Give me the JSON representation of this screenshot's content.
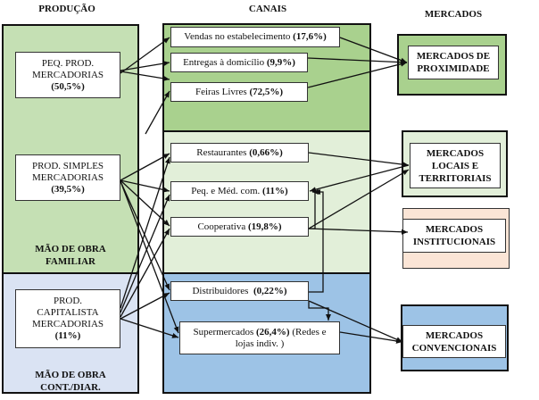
{
  "headers": {
    "producao": "PRODUÇÃO",
    "canais": "CANAIS",
    "mercados": "MERCADOS"
  },
  "colors": {
    "producao_familiar": "#c5e0b4",
    "producao_contratada": "#dae3f3",
    "canais_proximidade": "#a9d18e",
    "canais_locais": "#e2efd9",
    "canais_convencionais": "#9dc3e6",
    "mercado_proximidade": "#a9d18e",
    "mercado_locais": "#e2efd9",
    "mercado_institucionais": "#fbe5d6",
    "mercado_convencionais": "#9dc3e6"
  },
  "producao": {
    "familiar_label_1": "MÃO DE OBRA",
    "familiar_label_2": "FAMILIAR",
    "contratada_label_1": "MÃO DE OBRA",
    "contratada_label_2": "CONT./DIAR.",
    "nodes": [
      {
        "id": "peq_prod",
        "line1": "PEQ. PROD.",
        "line2": "MERCADORIAS",
        "line3": "(50,5%)"
      },
      {
        "id": "prod_simples",
        "line1": "PROD. SIMPLES",
        "line2": "MERCADORIAS",
        "line3": "(39,5%)"
      },
      {
        "id": "prod_capitalista",
        "line1": "PROD.",
        "line2": "CAPITALISTA",
        "line3": "MERCADORIAS",
        "line4": "(11%)"
      }
    ]
  },
  "canais": [
    {
      "id": "vendas",
      "name": "Vendas no estabelecimento",
      "pct": "(17,6%)",
      "extra": ""
    },
    {
      "id": "entregas",
      "name": "Entregas à domicílio",
      "pct": "(9,9%)",
      "extra": ""
    },
    {
      "id": "feiras",
      "name": "Feiras Livres",
      "pct": "(72,5%)",
      "extra": ""
    },
    {
      "id": "restaurantes",
      "name": "Restaurantes",
      "pct": "(0,66%)",
      "extra": ""
    },
    {
      "id": "peq_med",
      "name": "Peq. e Méd. com.",
      "pct": "(11%)",
      "extra": ""
    },
    {
      "id": "cooperativa",
      "name": "Cooperativa",
      "pct": "(19,8%)",
      "extra": ""
    },
    {
      "id": "distribuidores",
      "name": "Distribuidores",
      "pct": "(0,22%)",
      "extra": ""
    },
    {
      "id": "supermercados",
      "name": "Supermercados",
      "pct": "(26,4%)",
      "extra": "(Redes e",
      "extra2": "lojas indiv. )"
    }
  ],
  "mercados": [
    {
      "id": "proximidade",
      "line1": "MERCADOS DE",
      "line2": "PROXIMIDADE"
    },
    {
      "id": "locais",
      "line1": "MERCADOS",
      "line2": "LOCAIS E",
      "line3": "TERRITORIAIS"
    },
    {
      "id": "institucionais",
      "line1": "MERCADOS",
      "line2": "INSTITUCIONAIS"
    },
    {
      "id": "convencionais",
      "line1": "MERCADOS",
      "line2": "CONVENCIONAIS"
    }
  ]
}
